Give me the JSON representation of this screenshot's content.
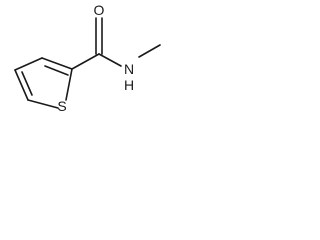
{
  "molecule": {
    "atoms": {
      "oxygen": "O",
      "nitrogen": "N",
      "nitrogen_h": "H",
      "sulfur": "S"
    }
  }
}
